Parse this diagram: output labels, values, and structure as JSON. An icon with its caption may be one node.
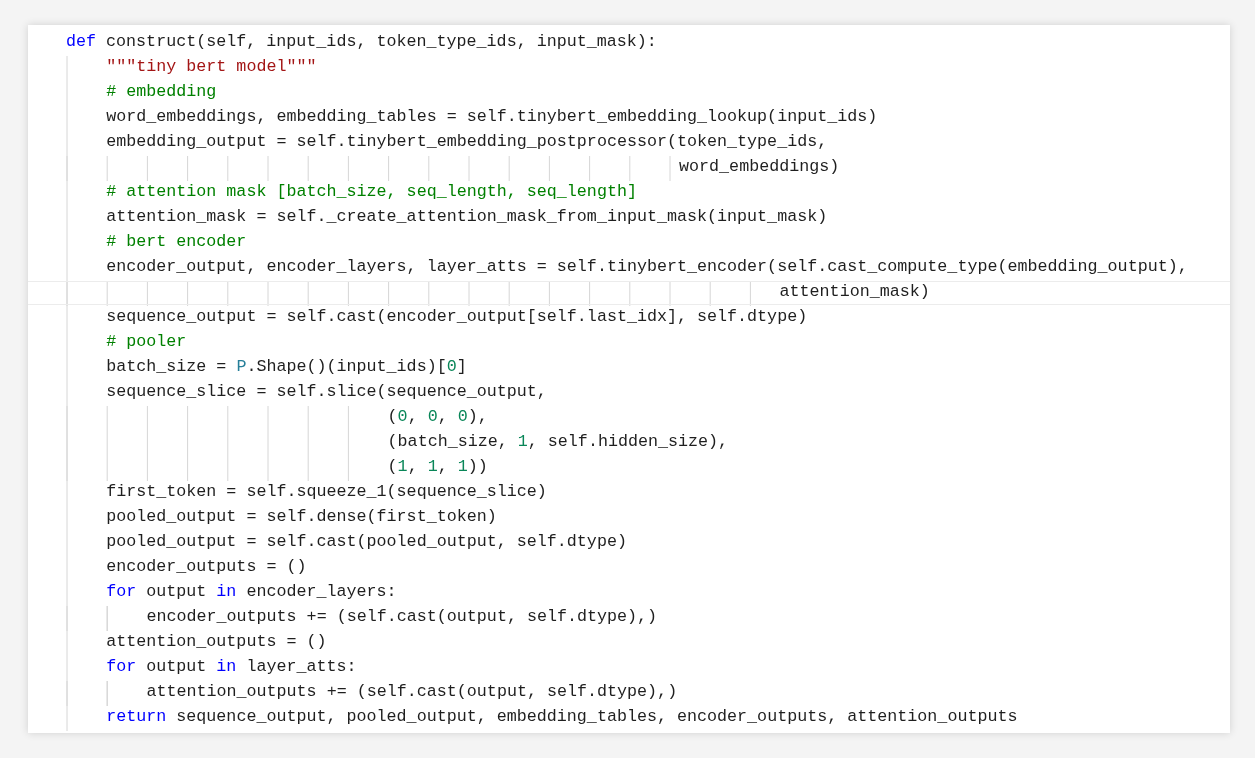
{
  "diagram": {
    "labels": [
      "def construct(self, input_ids, token_type_ids, input_mask):",
      "\"\"\"tiny bert model\"\"\"",
      "# embedding",
      "word_embeddings, embedding_tables = self.tinybert_embedding_lookup(input_ids)",
      "embedding_output = self.tinybert_embedding_postprocessor(token_type_ids,",
      "word_embeddings)",
      "# attention mask [batch_size, seq_length, seq_length]",
      "attention_mask = self._create_attention_mask_from_input_mask(input_mask)",
      "# bert encoder",
      "encoder_output, encoder_layers, layer_atts = self.tinybert_encoder(self.cast_compute_type(embedding_output),",
      "attention_mask)",
      "sequence_output = self.cast(encoder_output[self.last_idx], self.dtype)",
      "# pooler",
      "batch_size = P.Shape()(input_ids)[0]",
      "sequence_slice = self.slice(sequence_output,",
      "(0, 0, 0),",
      "(batch_size, 1, self.hidden_size),",
      "(1, 1, 1))",
      "first_token = self.squeeze_1(sequence_slice)",
      "pooled_output = self.dense(first_token)",
      "pooled_output = self.cast(pooled_output, self.dtype)",
      "encoder_outputs = ()",
      "for output in encoder_layers:",
      "encoder_outputs += (self.cast(output, self.dtype),)",
      "attention_outputs = ()",
      "for output in layer_atts:",
      "attention_outputs += (self.cast(output, self.dtype),)",
      "return sequence_output, pooled_output, embedding_tables, encoder_outputs, attention_outputs"
    ]
  }
}
